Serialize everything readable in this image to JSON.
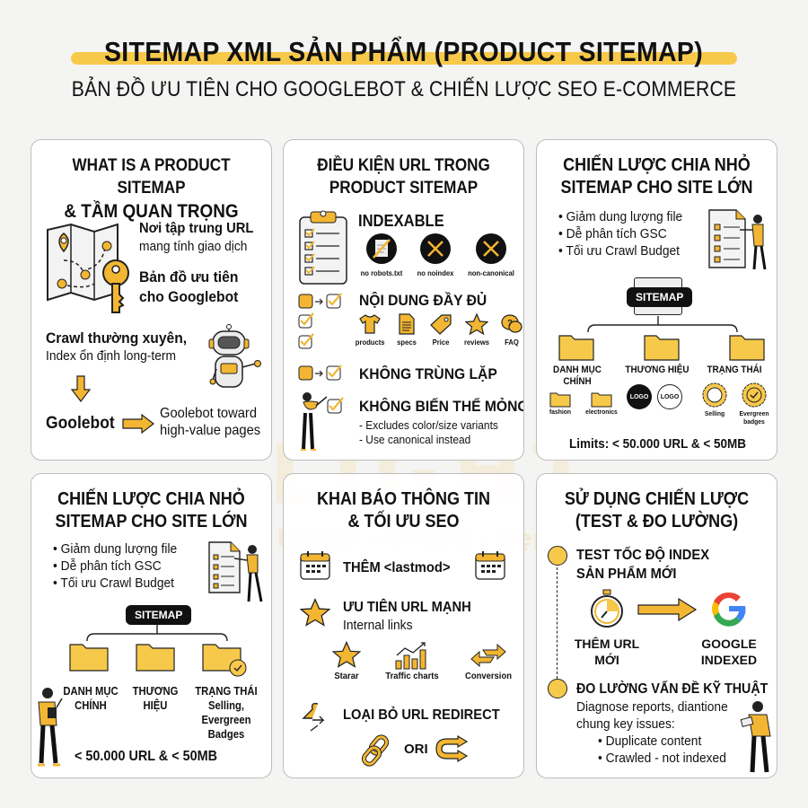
{
  "header": {
    "title": "SITEMAP XML SẢN PHẨM (PRODUCT SITEMAP)",
    "subtitle": "BẢN ĐỒ ƯU TIÊN CHO GOOGLEBOT & CHIẾN LƯỢC SEO E-COMMERCE"
  },
  "watermark": {
    "text": "LIGHT",
    "slogan": "Nhanh - Chuẩn - Đẹp"
  },
  "colors": {
    "accent": "#f7c94b",
    "icon_fill": "#f2b632",
    "dark": "#111111",
    "card_border": "#bdbdbd",
    "background": "#f4f4f3"
  },
  "card1": {
    "title_line1": "WHAT IS A PRODUCT SITEMAP",
    "title_line2": "& TẦM QUAN TRỌNG",
    "point1_bold": "Nơi tập trung URL",
    "point1_text": "mang tính giao dịch",
    "point2_line1": "Bản đồ ưu tiên",
    "point2_line2": "cho Googlebot",
    "crawl_bold": "Crawl thường xuyên,",
    "crawl_text": "Index ổn định long-term",
    "bot_label": "Goolebot",
    "bot_target_line1": "Goolebot toward",
    "bot_target_line2": "high-value pages",
    "icons": [
      "map-icon",
      "key-icon",
      "robot-icon",
      "arrow-down-icon",
      "arrow-right-icon"
    ]
  },
  "card2": {
    "title_line1": "ĐIỀU KIỆN URL TRONG",
    "title_line2": "PRODUCT SITEMAP",
    "indexable": "INDEXABLE",
    "conditions": [
      "no robots.txt",
      "no noindex",
      "non-canonical"
    ],
    "content_full": "NỘI DUNG ĐẦY ĐỦ",
    "content_items": [
      "products",
      "specs",
      "Price",
      "reviews",
      "FAQ"
    ],
    "no_duplicate": "KHÔNG TRÙNG LẶP",
    "no_thin_variant": "KHÔNG BIẾN THỂ MỎNG",
    "variant_note1": "- Excludes color/size variants",
    "variant_note2": "- Use canonical instead"
  },
  "card3": {
    "title_line1": "CHIẾN LƯỢC CHIA NHỎ",
    "title_line2": "SITEMAP CHO SITE LỚN",
    "bullets": [
      "Giảm dung lượng file",
      "Dễ phân tích GSC",
      "Tối ưu Crawl Budget"
    ],
    "sitemap_label": "SITEMAP",
    "branches": [
      {
        "label_line1": "DANH MỤC",
        "label_line2": "CHÍNH",
        "children": [
          "fashion",
          "electronics"
        ]
      },
      {
        "label_line1": "THƯƠNG HIỆU",
        "label_line2": "",
        "children": [
          "LOGO",
          "LOGO"
        ]
      },
      {
        "label_line1": "TRẠNG THÁI",
        "label_line2": "",
        "children": [
          "Selling",
          "Evergreen badges"
        ]
      }
    ],
    "limits": "Limits: < 50.000 URL & < 50MB"
  },
  "card4": {
    "title_line1": "CHIẾN LƯỢC CHIA NHỎ",
    "title_line2": "SITEMAP CHO SITE LỚN",
    "bullets": [
      "Giảm dung lượng file",
      "Dễ phân tích GSC",
      "Tối ưu Crawl Budget"
    ],
    "sitemap_label": "SITEMAP",
    "branches": [
      {
        "label_line1": "DANH MỤC",
        "label_line2": "CHÍNH"
      },
      {
        "label_line1": "THƯƠNG",
        "label_line2": "HIỆU"
      },
      {
        "label_line1": "TRẠNG THÁI",
        "label_line2": "Selling,",
        "label_line3": "Evergreen",
        "label_line4": "Badges"
      }
    ],
    "limits": "< 50.000 URL & < 50MB"
  },
  "card5": {
    "title_line1": "KHAI BÁO THÔNG TIN",
    "title_line2": "& TỐI ƯU SEO",
    "lastmod": "THÊM <lastmod>",
    "priority_title": "ƯU TIÊN URL MẠNH",
    "priority_sub": "Internal links",
    "priority_items": [
      "Starar",
      "Traffic charts",
      "Conversion"
    ],
    "redirect_title": "LOẠI BỎ URL REDIRECT",
    "redirect_label": "ORI"
  },
  "card6": {
    "title_line1": "SỬ DỤNG CHIẾN LƯỢC",
    "title_line2": "(TEST & ĐO LƯỜNG)",
    "step1_line1": "TEST TỐC ĐỘ INDEX",
    "step1_line2": "SẢN PHẨM MỚI",
    "from_line1": "THÊM URL",
    "from_line2": "MỚI",
    "to_line1": "GOOGLE",
    "to_line2": "INDEXED",
    "step2_title": "ĐO LƯỜNG VẤN ĐỀ KỸ THUẬT",
    "step2_text1": "Diagnose reports, diantione",
    "step2_text2": "chung key issues:",
    "step2_bullets": [
      "Duplicate content",
      "Crawled - not indexed"
    ]
  }
}
